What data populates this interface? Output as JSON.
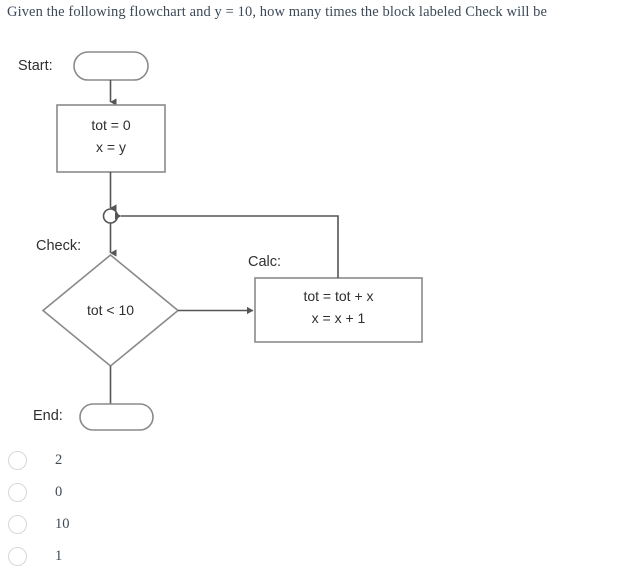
{
  "question": {
    "text": "Given the following flowchart and y = 10, how many times the block labeled Check will be"
  },
  "flowchart": {
    "colors": {
      "shape_stroke": "#8a8a8a",
      "connector_stroke": "#555555",
      "text": "#2f2f2f",
      "fill": "#ffffff"
    },
    "nodes": {
      "start": {
        "label": "Start:",
        "shape": "stadium",
        "text": ""
      },
      "init": {
        "shape": "process",
        "line1": "tot = 0",
        "line2": "x = y"
      },
      "junction": {
        "shape": "circle",
        "text": ""
      },
      "check": {
        "label": "Check:",
        "shape": "diamond",
        "text": "tot < 10"
      },
      "calc": {
        "label": "Calc:",
        "shape": "process",
        "line1": "tot = tot + x",
        "line2": "x = x + 1"
      },
      "end": {
        "label": "End:",
        "shape": "stadium",
        "text": ""
      }
    }
  },
  "options": [
    {
      "label": "2",
      "selected": false
    },
    {
      "label": "0",
      "selected": false
    },
    {
      "label": "10",
      "selected": false
    },
    {
      "label": "1",
      "selected": false
    }
  ]
}
